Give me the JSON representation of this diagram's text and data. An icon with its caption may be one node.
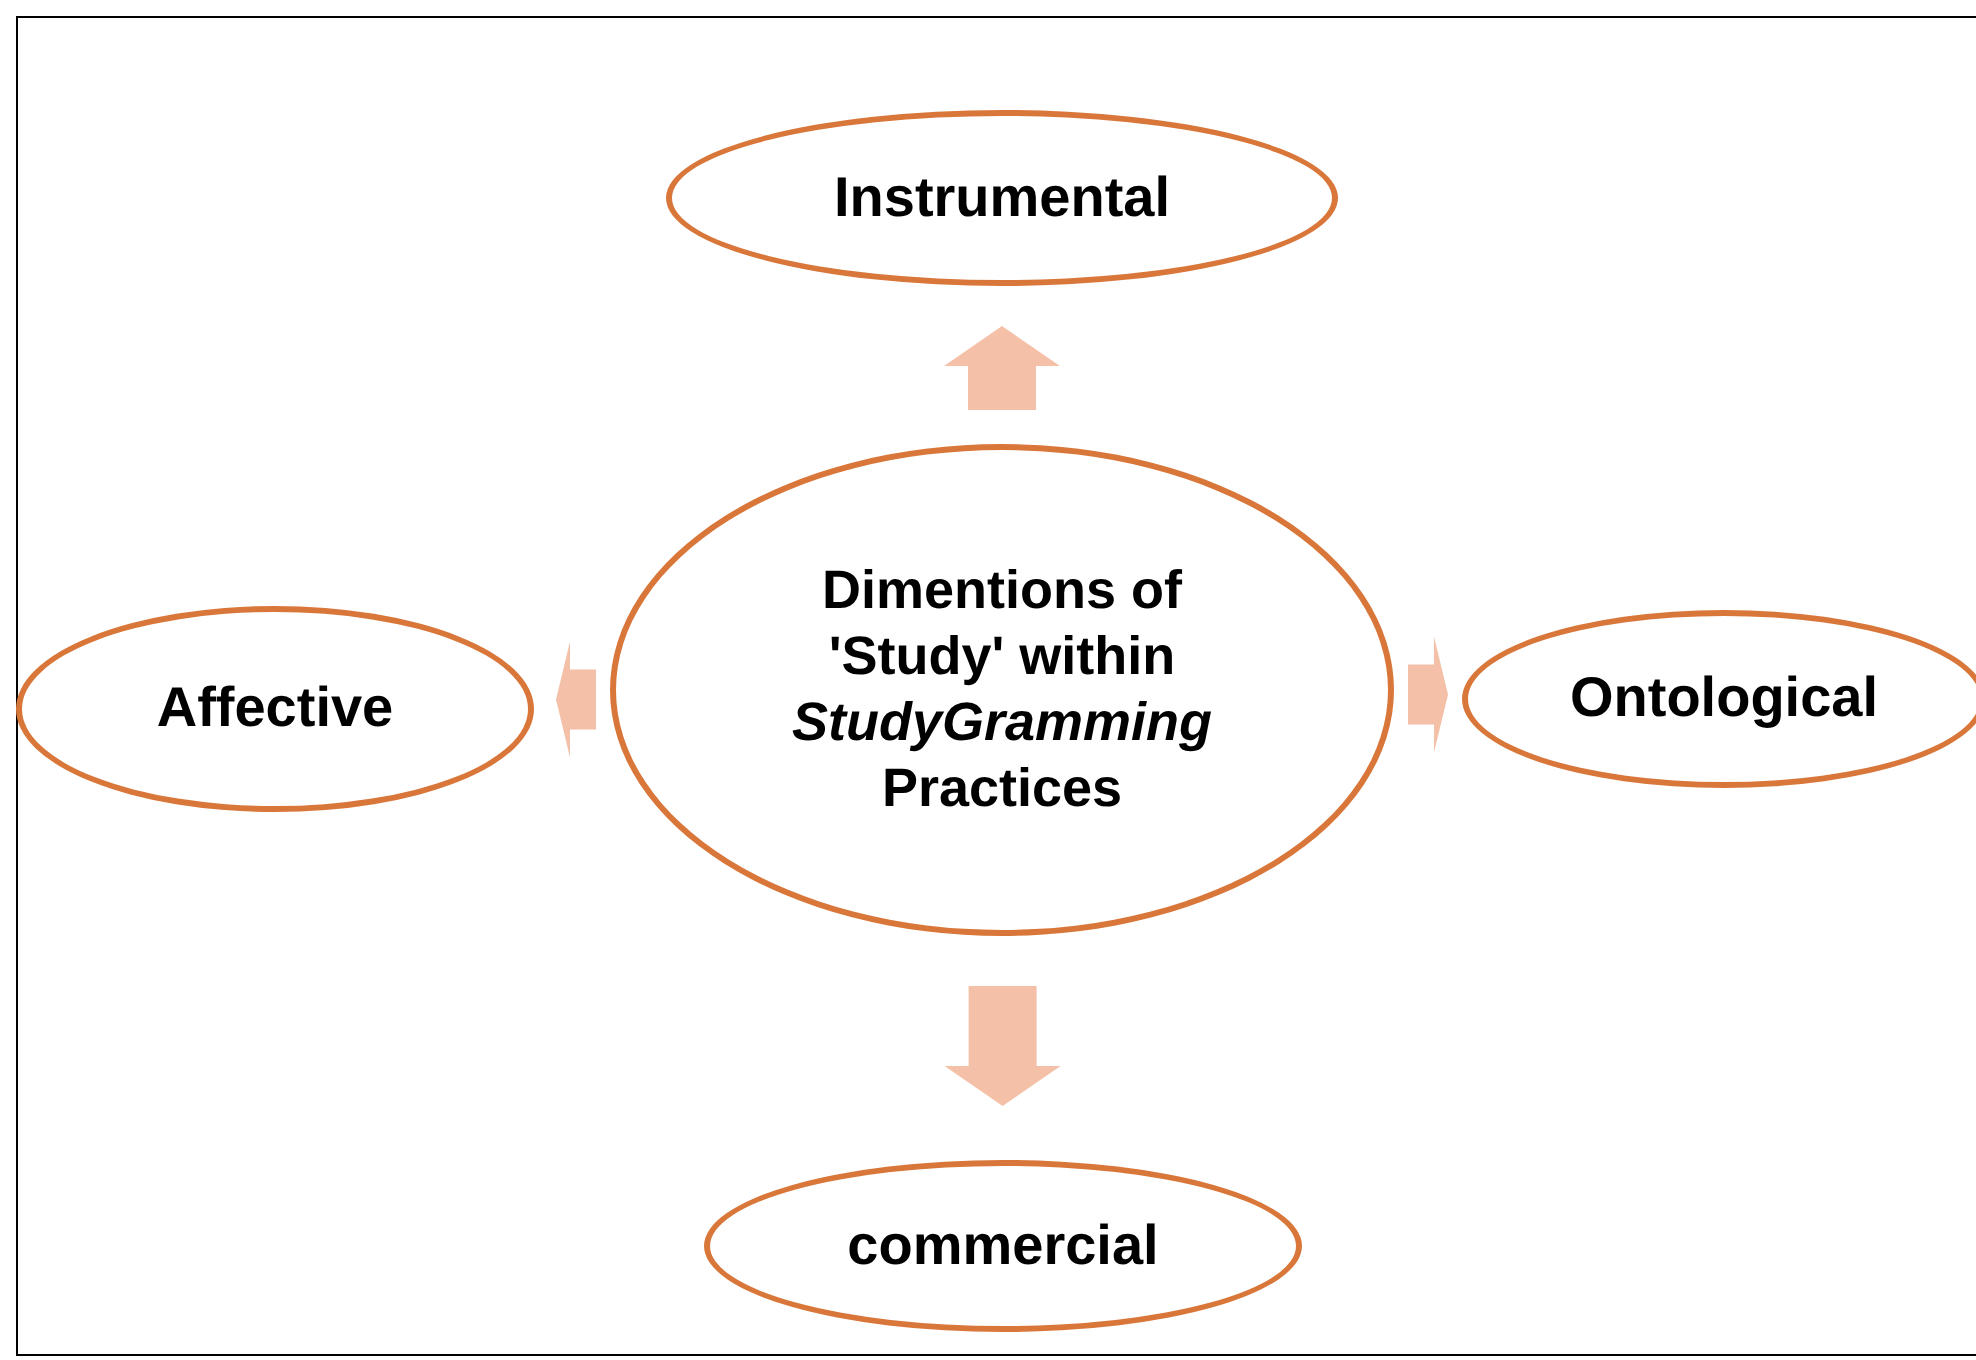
{
  "diagram": {
    "nodes": [
      {
        "text": [
          "Dimentions of 'Study' within *StudyGramming* Practices"
        ]
      },
      {
        "text": [
          "Instrumental"
        ]
      },
      {
        "text": [
          "Affective"
        ]
      },
      {
        "text": [
          "Ontological"
        ]
      },
      {
        "text": [
          "commercial"
        ]
      }
    ],
    "edges": [
      {
        "from": 0,
        "to": 1,
        "arrow": "to"
      },
      {
        "from": 0,
        "to": 2,
        "arrow": "to"
      },
      {
        "from": 0,
        "to": 3,
        "arrow": "to"
      },
      {
        "from": 0,
        "to": 4,
        "arrow": "to"
      }
    ]
  }
}
